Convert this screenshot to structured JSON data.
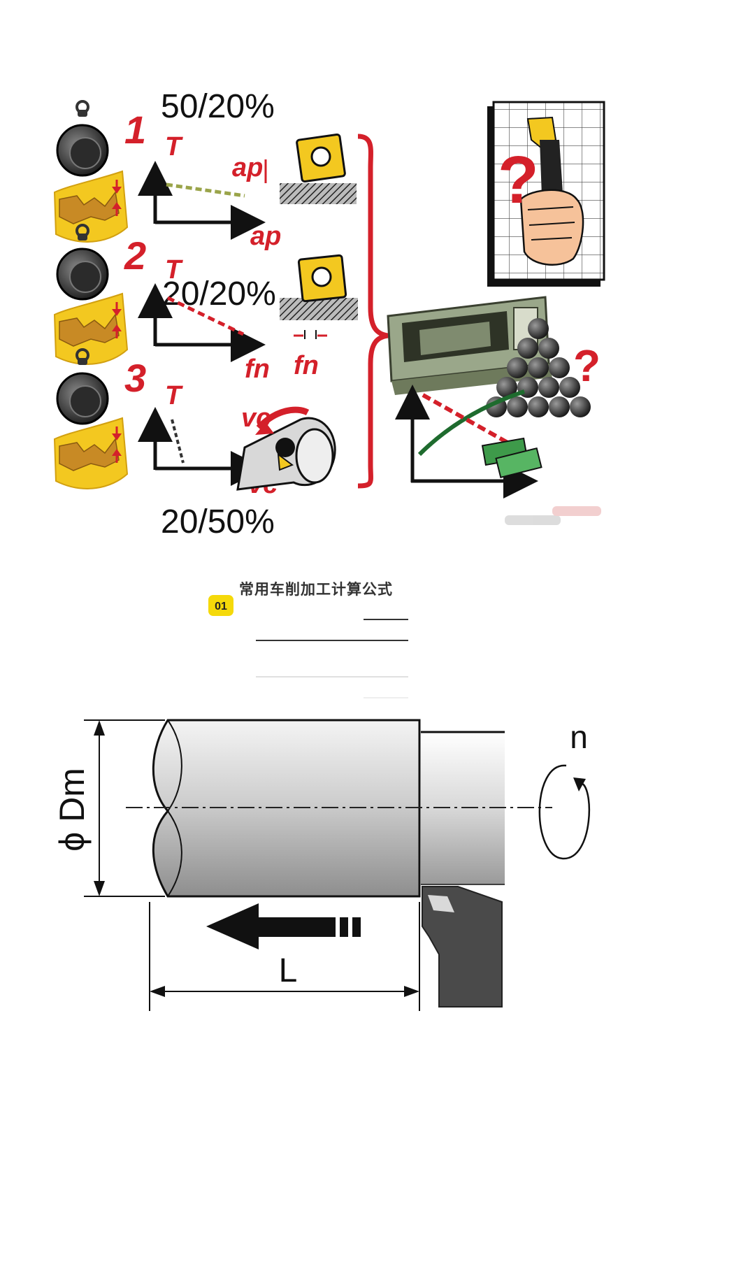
{
  "top_figure": {
    "pct_top": "50/20%",
    "pct_middle": "20/20%",
    "pct_bottom": "20/50%",
    "rows": [
      {
        "number": "1",
        "axis_y": "T",
        "axis_x": "ap",
        "tool_label": "ap"
      },
      {
        "number": "2",
        "axis_y": "T",
        "axis_x": "fn",
        "tool_label": "fn"
      },
      {
        "number": "3",
        "axis_y": "T",
        "axis_x": "vc",
        "tool_label": "vc"
      }
    ],
    "question_mark": "?",
    "colors": {
      "accent_red": "#d4202a",
      "chip_yellow": "#f3c820",
      "machine_green": "#9aa78a"
    }
  },
  "section": {
    "badge": "01",
    "title": "常用车削加工计算公式"
  },
  "turning_diagram": {
    "diameter_label": "ϕ Dm",
    "length_label": "L",
    "rotation_label": "n"
  }
}
